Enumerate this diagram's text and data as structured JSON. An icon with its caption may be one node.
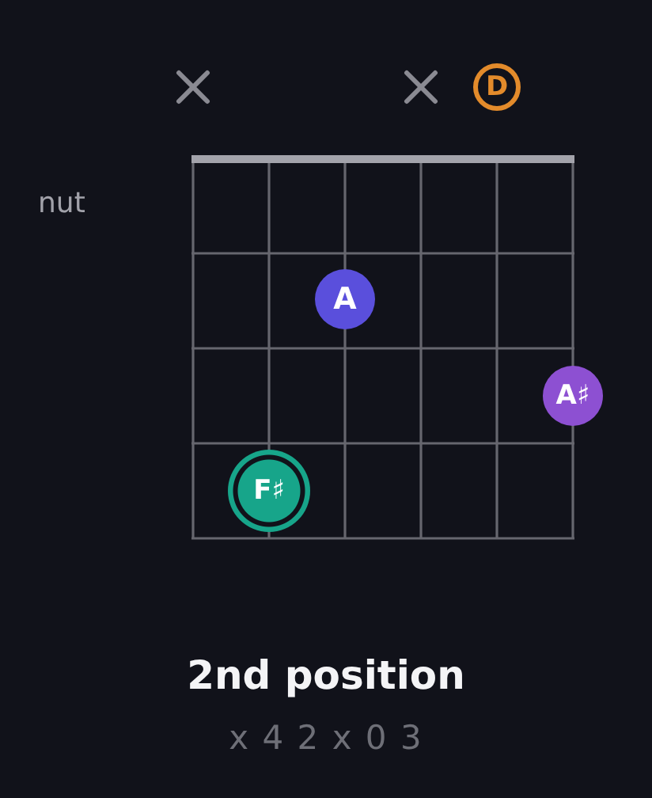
{
  "diagram": {
    "caption": "2nd position",
    "nodes": [
      {
        "text": [
          "D"
        ]
      },
      {
        "text": [
          "A"
        ]
      },
      {
        "text": [
          "A♯"
        ]
      },
      {
        "text": [
          "F♯"
        ]
      }
    ],
    "labels": [
      "nut",
      "x 4 2 x 0 3"
    ]
  }
}
